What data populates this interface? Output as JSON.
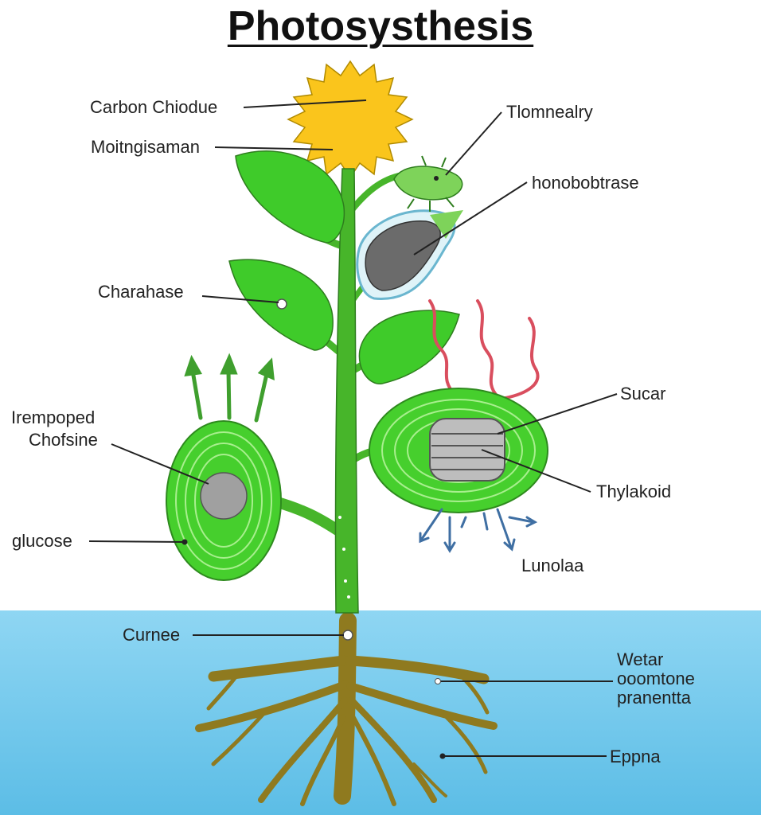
{
  "title": "Photosysthesis",
  "colors": {
    "sun": "#fac51c",
    "leaf": "#3fcb2a",
    "stem": "#47b52a",
    "root": "#8f7a1f",
    "soil": "#6cc6ec",
    "chloroplast_core": "#a0a0a0",
    "thylakoid": "#bdbdbd",
    "heat_waves": "#d94e5e",
    "arrows_green": "#3f9f2e",
    "arrows_blue": "#3f6fa3"
  },
  "labels": {
    "carbon_chiodue": "Carbon Chiodue",
    "moitngisaman": "Moitngisaman",
    "tlomnealry": "Tlomnealry",
    "honobobtrase": "honobobtrase",
    "charahase": "Charahase",
    "irempoped": "Irempoped",
    "chofsine": "Chofsine",
    "glucose": "glucose",
    "sucar": "Sucar",
    "thylakoid": "Thylakoid",
    "lunolaa": "Lunolaa",
    "curnee": "Curnee",
    "water_1": "Wetar",
    "water_2": "ooomtone",
    "water_3": "pranentta",
    "eppna": "Eppna"
  }
}
